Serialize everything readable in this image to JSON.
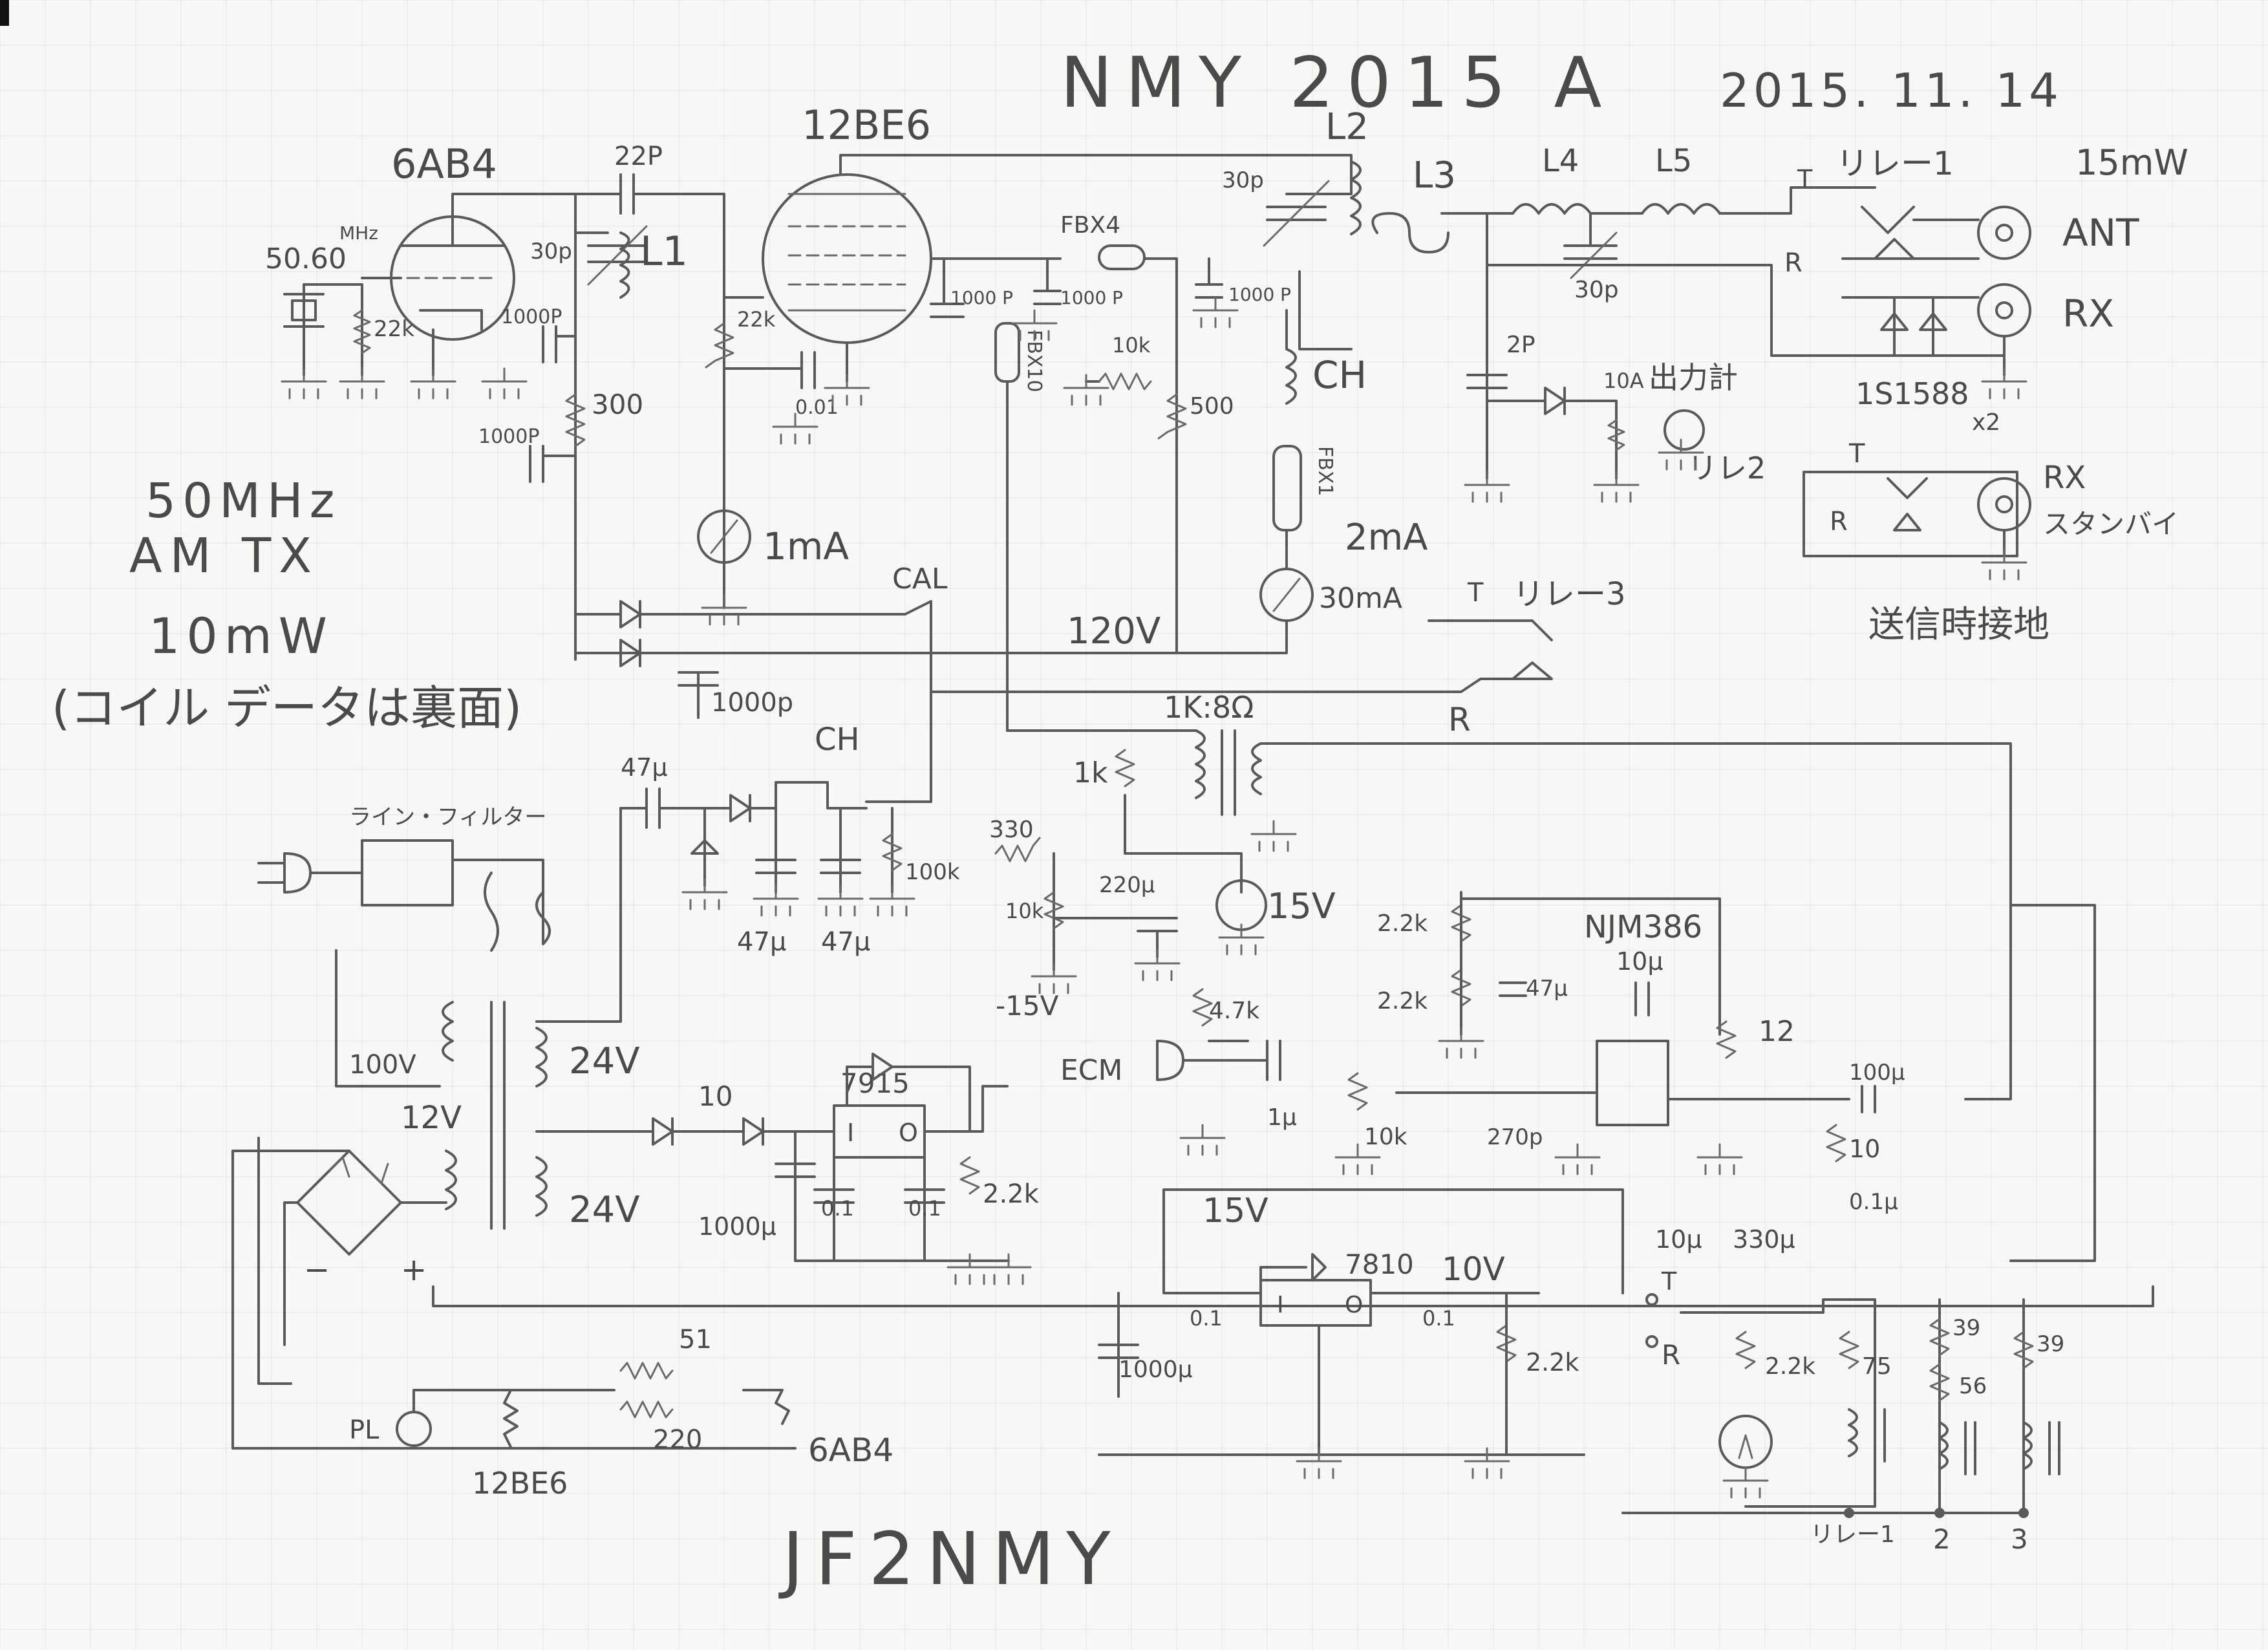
{
  "header": {
    "title": "NMY 2015 A",
    "date": "2015. 11. 14",
    "callsign": "JF2NMY"
  },
  "spec": {
    "line1": "50MHz",
    "line2": "AM TX",
    "line3": "10mW",
    "note": "(コイル データは裏面)"
  },
  "labels": {
    "tube_6ab4": "6AB4",
    "tube_12be6": "12BE6",
    "xtal_freq": "50.60",
    "xtal_unit": "MHz",
    "r_22k_a": "22k",
    "c_30p_a": "30p",
    "coil_l1": "L1",
    "c_22p": "22P",
    "c_1000p_a": "1000P",
    "r_300": "300",
    "c_1000p_b": "1000P",
    "r_22k_b": "22k",
    "c_001": "0.01",
    "meter_1ma": "1mA",
    "fbx4": "FBX4",
    "c_1000p_c": "1000 P",
    "c_1000p_d": "1000 P",
    "fbx10": "FBX10",
    "r_10k_a": "10k",
    "r_500": "500",
    "c_30p_b": "30p",
    "coil_l2": "L2",
    "c_1000p_e": "1000 P",
    "choke_ch": "CH",
    "fbx1": "FBX1",
    "meter_2ma": "2mA",
    "meter_30ma": "30mA",
    "coil_l3": "L3",
    "coil_l4": "L4",
    "coil_l5": "L5",
    "c_30p_c": "30p",
    "c_2p": "2P",
    "r_10a": "10A",
    "power_meter": "出力計",
    "relay2_label": "リレ2",
    "relay1_label": "リレー1",
    "relay1_t": "T",
    "relay1_r": "R",
    "out_power": "15mW",
    "ant": "ANT",
    "rx": "RX",
    "diode_1s1588": "1S1588",
    "diode_x2": "x2",
    "rx_standby": "RX",
    "standby_kana": "スタンバイ",
    "standby_t": "T",
    "standby_r": "R",
    "tx_ground": "送信時接地",
    "cal": "CAL",
    "v120": "120V",
    "relay3_label": "リレー3",
    "relay3_t": "T",
    "relay3_r": "R",
    "c_1000p_f": "1000p",
    "c_47u_a": "47μ",
    "choke_ch2": "CH",
    "c_47u_b": "47μ",
    "c_47u_c": "47μ",
    "r_100k": "100k",
    "line_filter": "ライン・フィルター",
    "v100": "100V",
    "v24_a": "24V",
    "v24_b": "24V",
    "v12": "12V",
    "r_10": "10",
    "reg_7915": "7915",
    "reg_i": "I",
    "reg_o": "O",
    "c_01_a": "0.1",
    "c_01_b": "0.1",
    "c_1000u_a": "1000μ",
    "r_22k_c": "2.2k",
    "v15_neg": "-15V",
    "r_1k": "1k",
    "xfmr_1k8": "1K:8Ω",
    "r_330": "330",
    "r_10k_b": "10k",
    "c_220u": "220μ",
    "meter_15v": "15V",
    "r_22k_d": "2.2k",
    "r_22k_e": "2.2k",
    "c_47u_d": "47μ",
    "ic_njm386": "NJM386",
    "c_10u_a": "10μ",
    "r_47k": "4.7k",
    "ecm": "ECM",
    "c_1u": "1μ",
    "r_10k_c": "10k",
    "c_270p": "270p",
    "r_12": "12",
    "c_100u": "100μ",
    "r_10_b": "10",
    "c_01u": "0.1μ",
    "c_10u_b": "10μ",
    "c_330u": "330μ",
    "v15": "15V",
    "reg_7810": "7810",
    "v10": "10V",
    "c_01_c": "0.1",
    "c_01_d": "0.1",
    "c_1000u_b": "1000μ",
    "r_22k_f": "2.2k",
    "sw_t": "T",
    "sw_r": "R",
    "r_22k_g": "2.2k",
    "r_75": "75",
    "r_39_a": "39",
    "r_56": "56",
    "r_39_b": "39",
    "relay_coil1": "リレー1",
    "relay_coil2": "2",
    "relay_coil3": "3",
    "pl": "PL",
    "heater_12be6": "12BE6",
    "r_51": "51",
    "r_220": "220",
    "heater_6ab4": "6AB4",
    "bridge_minus": "−",
    "bridge_plus": "+"
  }
}
